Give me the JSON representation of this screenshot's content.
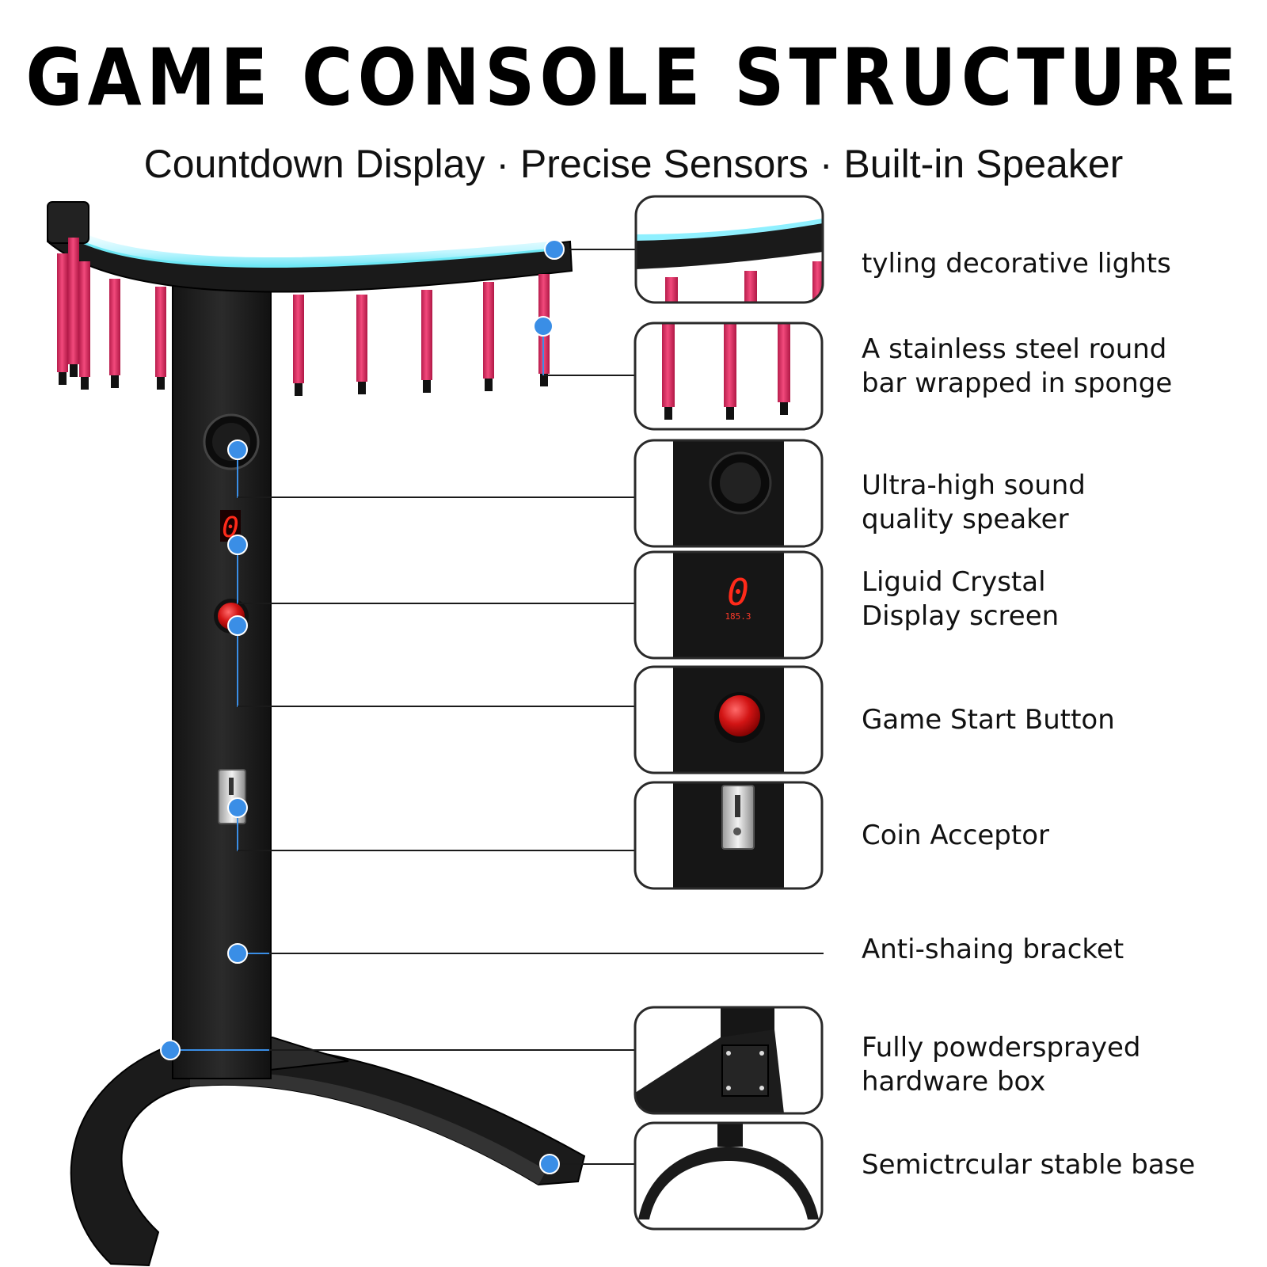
{
  "title": "GAME  CONSOLE  STRUCTURE",
  "subtitle": "Countdown Display · Precise Sensors · Built-in Speaker",
  "callouts": [
    {
      "id": "lights",
      "lines": [
        "tyling decorative lights"
      ]
    },
    {
      "id": "bar",
      "lines": [
        "A stainless steel round",
        "bar wrapped in sponge"
      ]
    },
    {
      "id": "speaker",
      "lines": [
        "Ultra-high sound",
        "quality speaker"
      ]
    },
    {
      "id": "display",
      "lines": [
        "Liguid Crystal",
        "Display screen"
      ]
    },
    {
      "id": "start",
      "lines": [
        "Game Start Button"
      ]
    },
    {
      "id": "coin",
      "lines": [
        "Coin Acceptor"
      ]
    },
    {
      "id": "bracket",
      "lines": [
        "Anti-shaing bracket"
      ]
    },
    {
      "id": "box",
      "lines": [
        "Fully powdersprayed",
        "hardware box"
      ]
    },
    {
      "id": "base",
      "lines": [
        "Semictrcular stable base"
      ]
    }
  ],
  "display_digit": "0",
  "display_small": "185.3",
  "colors": {
    "accent": "#3a8ee6",
    "sponge": "#e8336a",
    "glow": "#8ff0ff",
    "frame": "#1a1a1a"
  }
}
